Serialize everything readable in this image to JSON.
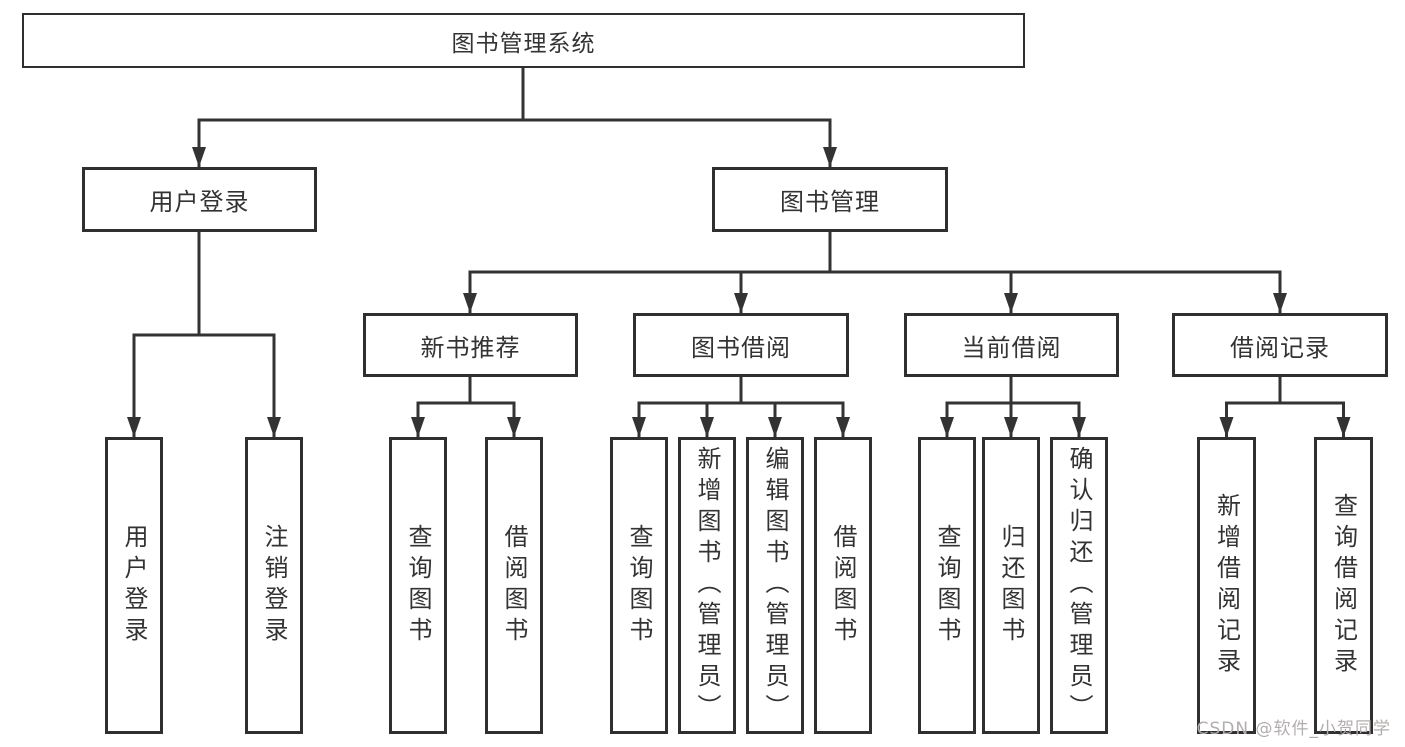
{
  "style": {
    "line_color": "#333333",
    "box_border_color": "#2f2f2f",
    "text_color": "#333333",
    "watermark_color": "#b3aeae",
    "background": "#ffffff"
  },
  "tree": {
    "root": {
      "label": "图书管理系统"
    },
    "branches": [
      {
        "label": "用户登录",
        "children": [
          {
            "label": "用户登录"
          },
          {
            "label": "注销登录"
          }
        ]
      },
      {
        "label": "图书管理",
        "children": [
          {
            "label": "新书推荐",
            "children": [
              {
                "label": "查询图书"
              },
              {
                "label": "借阅图书"
              }
            ]
          },
          {
            "label": "图书借阅",
            "children": [
              {
                "label": "查询图书"
              },
              {
                "label": "新增图书（管理员）"
              },
              {
                "label": "编辑图书（管理员）"
              },
              {
                "label": "借阅图书"
              }
            ]
          },
          {
            "label": "当前借阅",
            "children": [
              {
                "label": "查询图书"
              },
              {
                "label": "归还图书"
              },
              {
                "label": "确认归还（管理员）"
              }
            ]
          },
          {
            "label": "借阅记录",
            "children": [
              {
                "label": "新增借阅记录"
              },
              {
                "label": "查询借阅记录"
              }
            ]
          }
        ]
      }
    ]
  },
  "watermark": {
    "text": "CSDN @软件_小贺同学"
  }
}
